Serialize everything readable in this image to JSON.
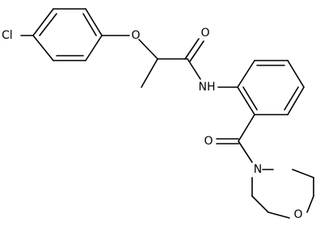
{
  "atoms": {
    "cl": "Cl",
    "o_ether": "O",
    "o_amide": "O",
    "nh": "NH",
    "o_ketone": "O",
    "n_morph": "N",
    "o_morph": "O"
  },
  "colors": {
    "bond": "#000000",
    "background": "#ffffff"
  }
}
